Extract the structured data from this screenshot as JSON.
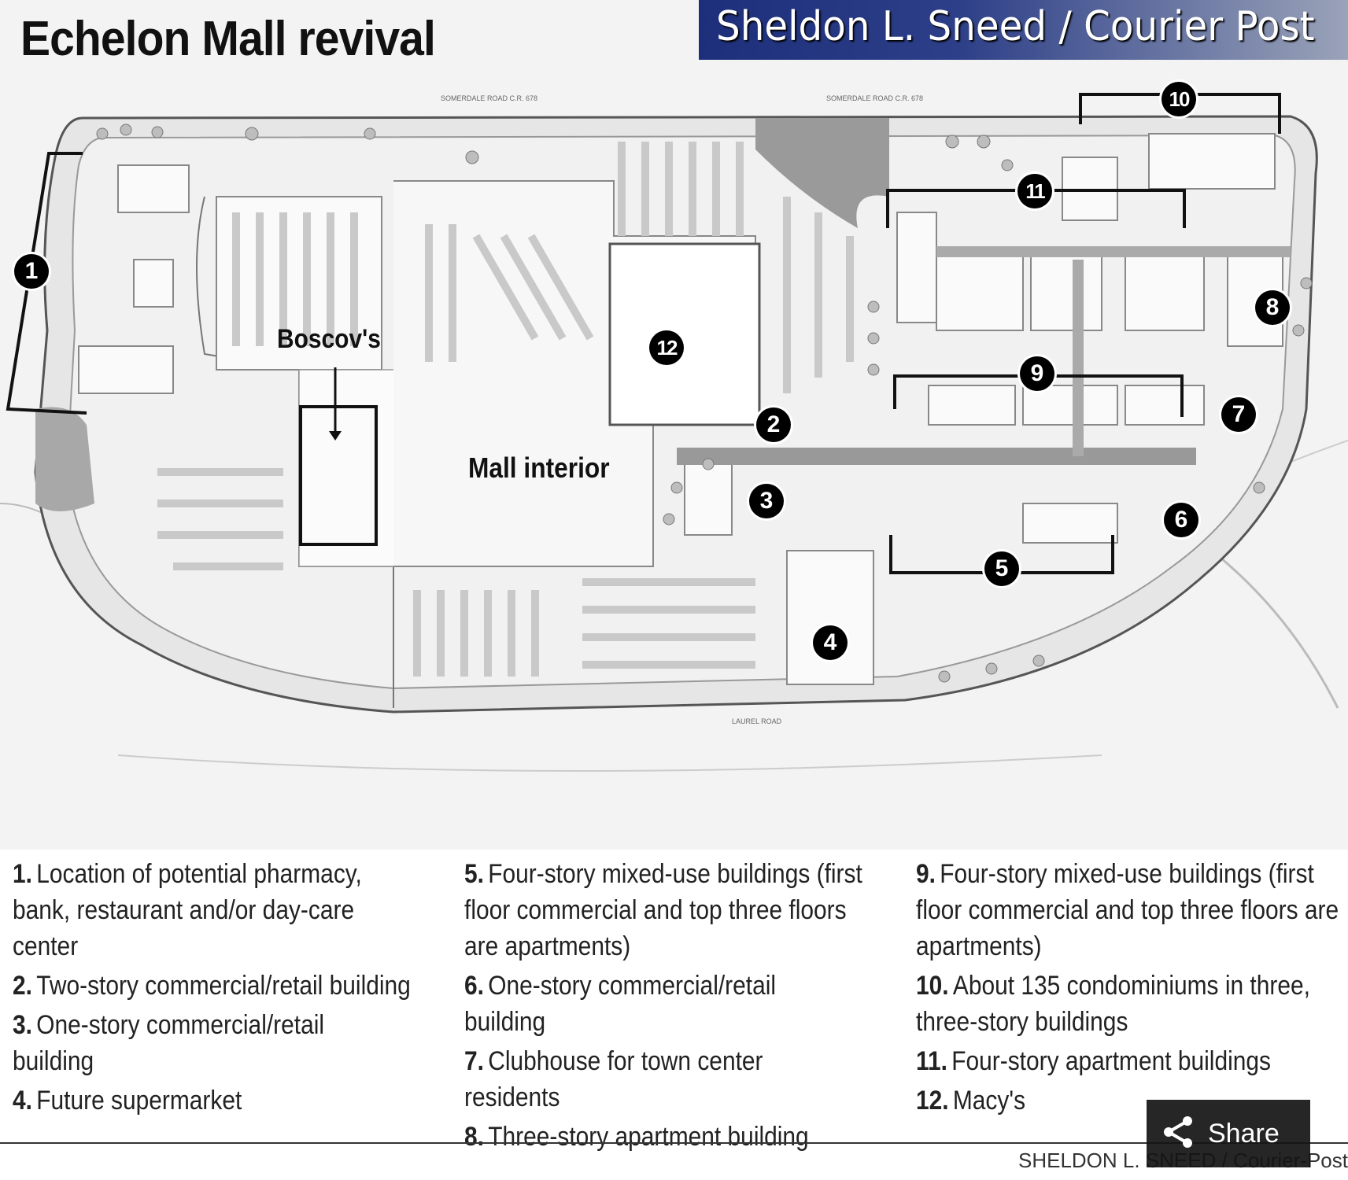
{
  "map": {
    "title": "Echelon Mall revival",
    "photo_credit": "Sheldon L. Sneed / Courier Post",
    "labels": {
      "boscovs": "Boscov's",
      "mall_interior": "Mall interior"
    },
    "markers": [
      "1",
      "2",
      "3",
      "4",
      "5",
      "6",
      "7",
      "8",
      "9",
      "10",
      "11",
      "12"
    ]
  },
  "legend": {
    "col1": [
      {
        "num": "1.",
        "text": "Location of potential pharmacy, bank, restaurant and/or day-care center"
      },
      {
        "num": "2.",
        "text": "Two-story commercial/retail building"
      },
      {
        "num": "3.",
        "text": "One-story commercial/retail building"
      },
      {
        "num": "4.",
        "text": "Future supermarket"
      }
    ],
    "col2": [
      {
        "num": "5.",
        "text": "Four-story mixed-use buildings (first floor commercial and top three floors are apartments)"
      },
      {
        "num": "6.",
        "text": "One-story commercial/retail building"
      },
      {
        "num": "7.",
        "text": "Clubhouse for town center residents"
      },
      {
        "num": "8.",
        "text": "Three-story apartment building"
      }
    ],
    "col3": [
      {
        "num": "9.",
        "text": "Four-story mixed-use buildings (first floor commercial and top three floors are apartments)"
      },
      {
        "num": "10.",
        "text": "About 135 condominiums in three, three-story buildings"
      },
      {
        "num": "11.",
        "text": "Four-story apartment buildings"
      },
      {
        "num": "12.",
        "text": "Macy's"
      }
    ]
  },
  "footer": {
    "credit": "SHELDON L. SNEED / Courier-Post",
    "share_label": "Share"
  }
}
